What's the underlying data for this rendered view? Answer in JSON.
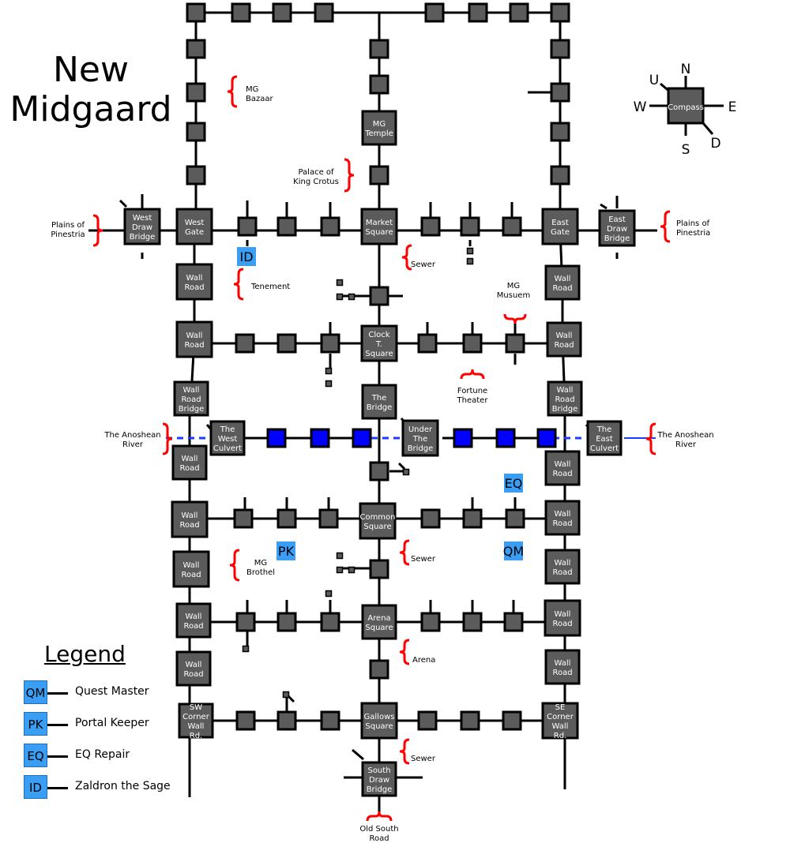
{
  "title": {
    "line1": "New",
    "line2": "Midgaard"
  },
  "compass": {
    "center": "Compass",
    "n": "N",
    "s": "S",
    "e": "E",
    "w": "W",
    "u": "U",
    "d": "D"
  },
  "colors": {
    "room": "#5b5b5b",
    "border": "#000000",
    "water": "#0000ff",
    "river_line": "#1a3cff",
    "brace": "#ff0000",
    "badge": "#3a9ef5"
  },
  "legend": {
    "title": "Legend",
    "items": [
      {
        "code": "QM",
        "label": "Quest Master"
      },
      {
        "code": "PK",
        "label": "Portal Keeper"
      },
      {
        "code": "EQ",
        "label": "EQ Repair"
      },
      {
        "code": "ID",
        "label": "Zaldron the Sage"
      }
    ]
  },
  "rooms": [
    {
      "id": "mg-temple",
      "label": "MG Temple"
    },
    {
      "id": "market-square",
      "label": "Market Square"
    },
    {
      "id": "west-gate",
      "label": "West Gate"
    },
    {
      "id": "east-gate",
      "label": "East Gate"
    },
    {
      "id": "west-draw-bridge",
      "label": "West Draw Bridge"
    },
    {
      "id": "east-draw-bridge",
      "label": "East Draw Bridge"
    },
    {
      "id": "wall-road-w1",
      "label": "Wall Road"
    },
    {
      "id": "wall-road-w2",
      "label": "Wall Road"
    },
    {
      "id": "wall-road-bridge-w",
      "label": "Wall Road Bridge"
    },
    {
      "id": "wall-road-w3",
      "label": "Wall Road"
    },
    {
      "id": "wall-road-w4",
      "label": "Wall Road"
    },
    {
      "id": "wall-road-w5",
      "label": "Wall Road"
    },
    {
      "id": "wall-road-w6",
      "label": "Wall Road"
    },
    {
      "id": "wall-road-w7",
      "label": "Wall Road"
    },
    {
      "id": "wall-road-e1",
      "label": "Wall Road"
    },
    {
      "id": "wall-road-e2",
      "label": "Wall Road"
    },
    {
      "id": "wall-road-bridge-e",
      "label": "Wall Road Bridge"
    },
    {
      "id": "wall-road-e3",
      "label": "Wall Road"
    },
    {
      "id": "wall-road-e4",
      "label": "Wall Road"
    },
    {
      "id": "wall-road-e5",
      "label": "Wall Road"
    },
    {
      "id": "wall-road-e6",
      "label": "Wall Road"
    },
    {
      "id": "wall-road-e7",
      "label": "Wall Road"
    },
    {
      "id": "clock-square",
      "label": "Clock T. Square"
    },
    {
      "id": "the-bridge",
      "label": "The Bridge"
    },
    {
      "id": "under-the-bridge",
      "label": "Under The Bridge"
    },
    {
      "id": "west-culvert",
      "label": "The West Culvert"
    },
    {
      "id": "east-culvert",
      "label": "The East Culvert"
    },
    {
      "id": "common-square",
      "label": "Common Square"
    },
    {
      "id": "arena-square",
      "label": "Arena Square"
    },
    {
      "id": "gallows-square",
      "label": "Gallows Square"
    },
    {
      "id": "sw-corner",
      "label": "SW Corner Wall Rd."
    },
    {
      "id": "se-corner",
      "label": "SE Corner Wall Rd."
    },
    {
      "id": "south-draw-bridge",
      "label": "South Draw Bridge"
    }
  ],
  "places": [
    {
      "id": "mg-bazaar",
      "label": "MG Bazaar"
    },
    {
      "id": "palace",
      "label": "Palace of King Crotus"
    },
    {
      "id": "plains-w",
      "label": "Plains of Pinestria"
    },
    {
      "id": "plains-e",
      "label": "Plains of Pinestria"
    },
    {
      "id": "tenement",
      "label": "Tenement"
    },
    {
      "id": "sewer-1",
      "label": "Sewer"
    },
    {
      "id": "mg-museum",
      "label": "MG Musuem"
    },
    {
      "id": "fortune-theater",
      "label": "Fortune Theater"
    },
    {
      "id": "river-w",
      "label": "The Anoshean River"
    },
    {
      "id": "river-e",
      "label": "The Anoshean River"
    },
    {
      "id": "sewer-2",
      "label": "Sewer"
    },
    {
      "id": "mg-brothel",
      "label": "MG Brothel"
    },
    {
      "id": "arena",
      "label": "Arena"
    },
    {
      "id": "sewer-3",
      "label": "Sewer"
    },
    {
      "id": "old-south-road",
      "label": "Old South Road"
    }
  ],
  "badges": [
    {
      "id": "badge-id",
      "code": "ID"
    },
    {
      "id": "badge-pk",
      "code": "PK"
    },
    {
      "id": "badge-eq",
      "code": "EQ"
    },
    {
      "id": "badge-qm",
      "code": "QM"
    }
  ]
}
